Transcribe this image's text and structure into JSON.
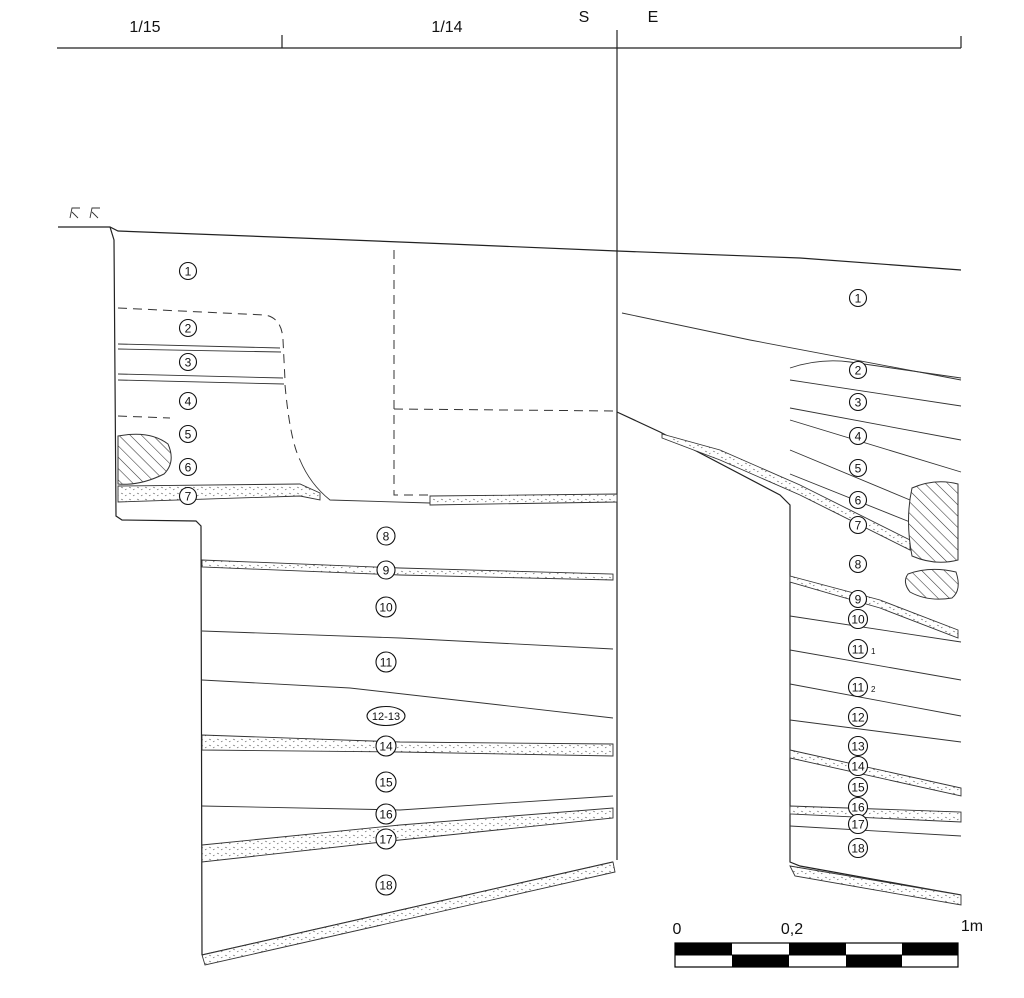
{
  "header": {
    "square_left": "1/15",
    "square_right": "1/14",
    "wall_south": "S",
    "wall_east": "E"
  },
  "layers_south": [
    "1",
    "2",
    "3",
    "4",
    "5",
    "6",
    "7",
    "8",
    "9",
    "10",
    "11",
    "12-13",
    "14",
    "15",
    "16",
    "17",
    "18"
  ],
  "layers_east": [
    "1",
    "2",
    "3",
    "4",
    "5",
    "6",
    "7",
    "8",
    "9",
    "10",
    "11",
    "11",
    "12",
    "13",
    "14",
    "15",
    "16",
    "17",
    "18"
  ],
  "east_subscripts": {
    "first": "1",
    "second": "2"
  },
  "scale": {
    "zero": "0",
    "mid": "0,2",
    "end": "1m"
  }
}
